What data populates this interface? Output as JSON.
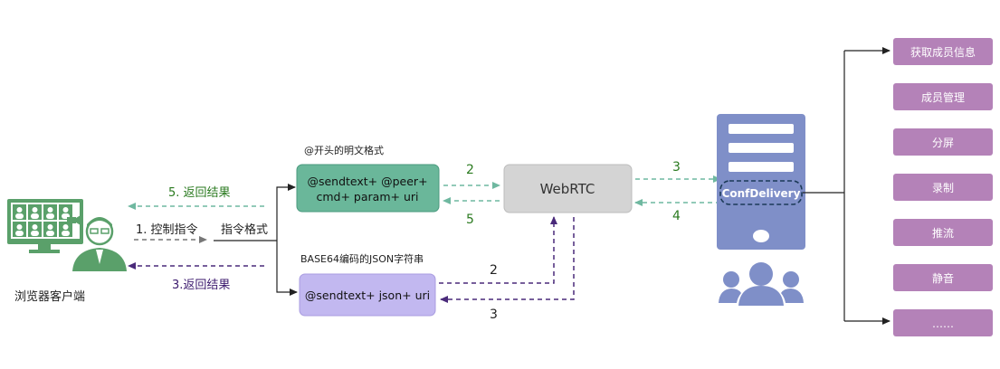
{
  "client": {
    "label": "浏览器客户端"
  },
  "edges": {
    "control_cmd": "1. 控制指令",
    "cmd_format": "指令格式",
    "return_result_green": "5. 返回结果",
    "return_result_purple": "3.返回结果",
    "green_step_2": "2",
    "green_step_5": "5",
    "purple_step_2": "2",
    "purple_step_3": "3",
    "right_step_3": "3",
    "right_step_4": "4"
  },
  "green_box": {
    "caption": "@开头的明文格式",
    "line1": "@sendtext+ @peer+",
    "line2": "cmd+ param+ uri"
  },
  "purple_box": {
    "caption": "BASE64编码的JSON字符串",
    "text": "@sendtext+ json+ uri"
  },
  "webrtc": {
    "label": "WebRTC"
  },
  "server": {
    "label": "ConfDelivery"
  },
  "functions": [
    "获取成员信息",
    "成员管理",
    "分屏",
    "录制",
    "推流",
    "静音",
    "……"
  ],
  "colors": {
    "green_box": "#6ab79a",
    "green_text": "#2a7a1f",
    "green_arrow": "#6fb8a0",
    "purple_box": "#c2b8f0",
    "purple_text": "#3c1a6e",
    "purple_arrow": "#4a2a7a",
    "gray_box": "#d4d4d4",
    "server": "#7f8fc8",
    "function_box": "#b482b8",
    "client_icon": "#5aa06a"
  }
}
